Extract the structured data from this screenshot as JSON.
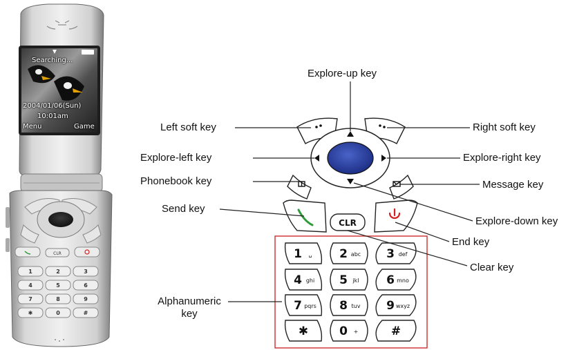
{
  "phone": {
    "screen": {
      "status": "Searching...",
      "date": "2004/01/06(Sun)",
      "time": "10:01am",
      "left_soft": "Menu",
      "right_soft": "Game"
    }
  },
  "keypad": {
    "clear_label": "CLR",
    "rows": [
      [
        {
          "digit": "1",
          "letters": "␣"
        },
        {
          "digit": "2",
          "letters": "abc"
        },
        {
          "digit": "3",
          "letters": "def"
        }
      ],
      [
        {
          "digit": "4",
          "letters": "ghi"
        },
        {
          "digit": "5",
          "letters": "jkl"
        },
        {
          "digit": "6",
          "letters": "mno"
        }
      ],
      [
        {
          "digit": "7",
          "letters": "pqrs"
        },
        {
          "digit": "8",
          "letters": "tuv"
        },
        {
          "digit": "9",
          "letters": "wxyz"
        }
      ],
      [
        {
          "digit": "✱",
          "letters": ""
        },
        {
          "digit": "0",
          "letters": "+"
        },
        {
          "digit": "#",
          "letters": ""
        }
      ]
    ]
  },
  "labels": {
    "explore_up": "Explore-up key",
    "left_soft": "Left soft key",
    "right_soft": "Right soft key",
    "explore_left": "Explore-left key",
    "explore_right": "Explore-right key",
    "phonebook": "Phonebook key",
    "message": "Message key",
    "send": "Send key",
    "explore_down": "Explore-down key",
    "end": "End key",
    "clear": "Clear key",
    "alphanumeric_1": "Alphanumeric",
    "alphanumeric_2": "key"
  },
  "colors": {
    "center_key": "#2a3f9a",
    "send_icon": "#2e9a3a",
    "end_icon": "#d42020",
    "keypad_box": "#d23a3a"
  }
}
